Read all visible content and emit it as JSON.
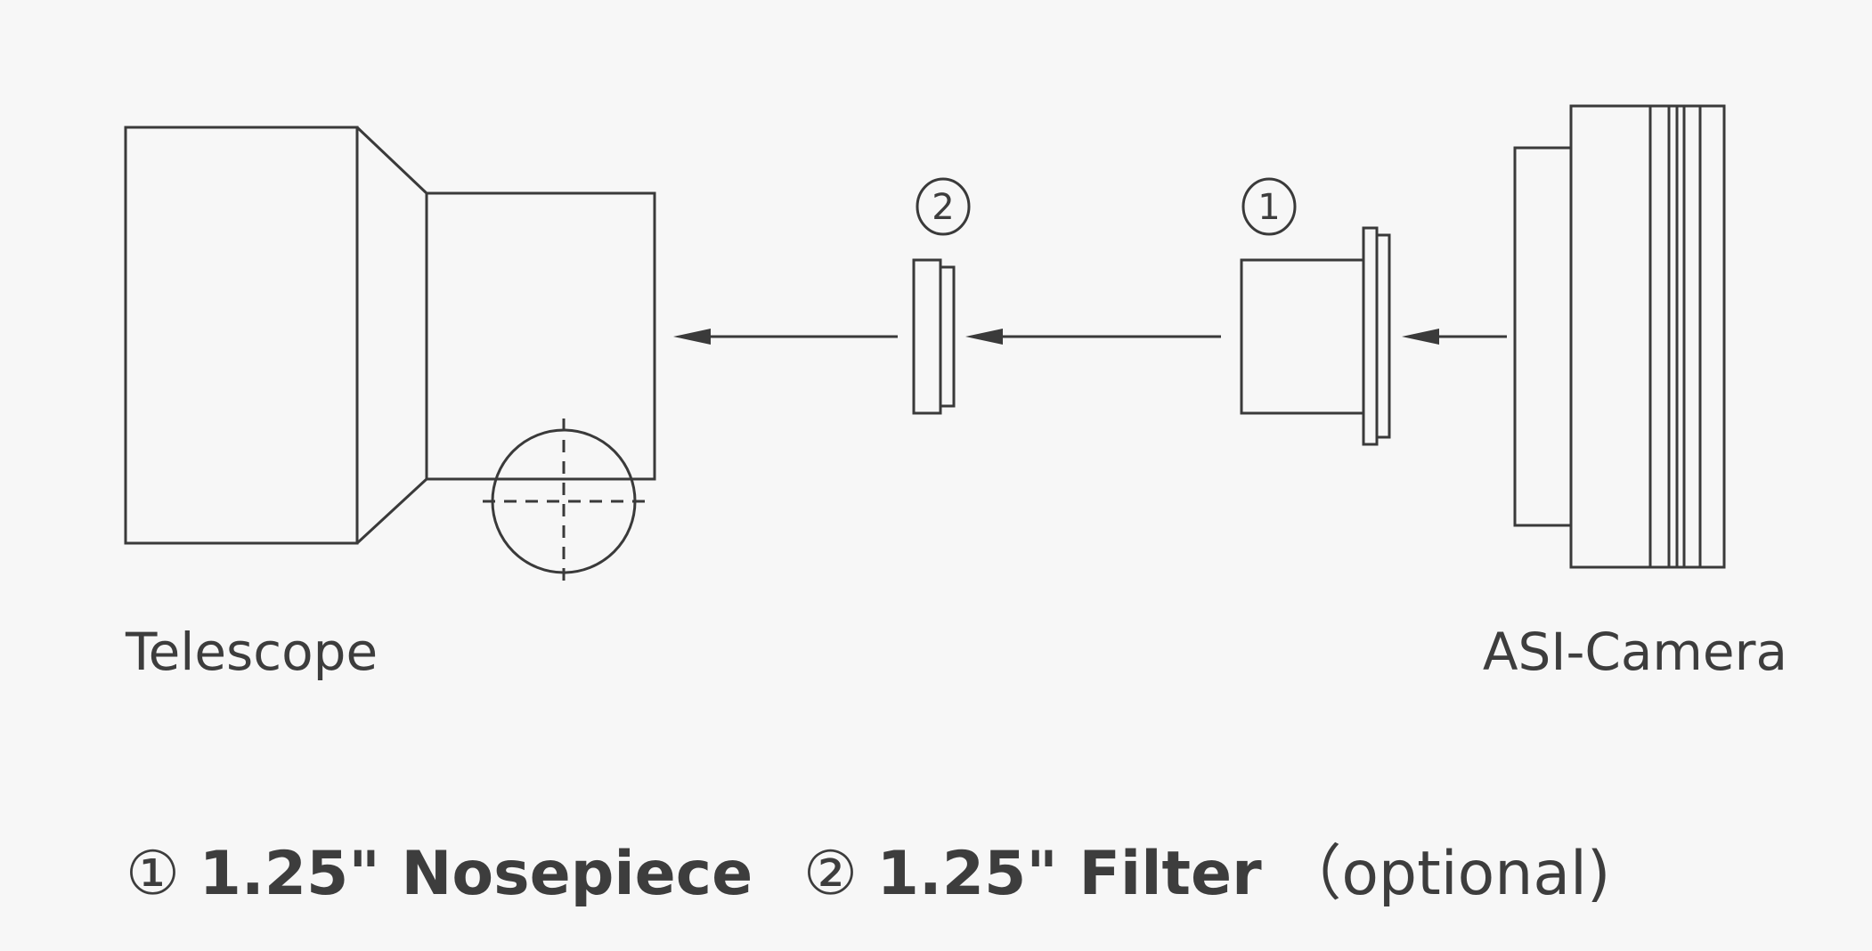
{
  "colors": {
    "background": "#f7f7f7",
    "stroke": "#3a3a3a"
  },
  "labels": {
    "telescope": "Telescope",
    "camera": "ASI-Camera",
    "marker_1": "1",
    "marker_2": "2"
  },
  "legend": [
    {
      "marker": "①",
      "text": "1.25\" Nosepiece"
    },
    {
      "marker": "②",
      "text": "1.25\" Filter",
      "note": "（optional)"
    }
  ]
}
